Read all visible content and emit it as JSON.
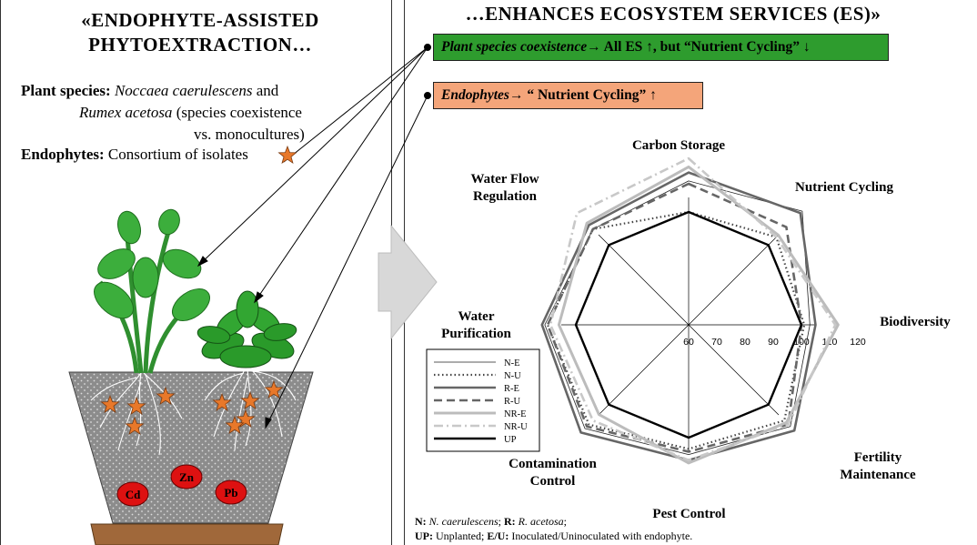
{
  "left": {
    "title_line1": "«ENDOPHYTE-ASSISTED",
    "title_line2": "PHYTOEXTRACTION…",
    "plant_label": "Plant species:",
    "plant_name1": "Noccaea caerulescens",
    "plant_and": " and",
    "plant_name2": "Rumex acetosa",
    "plant_note1": " (species coexistence",
    "plant_note2": "vs. monocultures)",
    "endo_label": "Endophytes:",
    "endo_text": " Consortium of isolates",
    "metals": [
      "Cd",
      "Zn",
      "Pb"
    ]
  },
  "right": {
    "title": "…ENHANCES ECOSYSTEM SERVICES  (ES)»",
    "box1_italic": "Plant species coexistence",
    "box1_rest": "→ All ES ↑, but “Nutrient Cycling” ↓",
    "box2_italic": "Endophytes",
    "box2_rest": "→ “ Nutrient Cycling” ↑",
    "footnote_n": "N:",
    "footnote_n_val": "N. caerulescens",
    "footnote_r": "R:",
    "footnote_r_val": "R. acetosa",
    "footnote_up": "UP:",
    "footnote_up_val": " Unplanted; ",
    "footnote_eu": "E/U:",
    "footnote_eu_val": " Inoculated/Uninoculated with endophyte."
  },
  "colors": {
    "green_box": "#2e9c2e",
    "orange_box": "#f4a57a",
    "star": "#e8782a",
    "metal": "#dd1111",
    "leaf": "#3cae3c",
    "pot": "#9a9a9a"
  },
  "chart_data": {
    "type": "radar",
    "axes": [
      "Carbon Storage",
      "Nutrient Cycling",
      "Biodiversity",
      "Fertility Maintenance",
      "Pest Control",
      "Contamination Control",
      "Water Purification",
      "Water Flow Regulation"
    ],
    "axis_label_lines": [
      [
        "Carbon Storage"
      ],
      [
        "Nutrient Cycling"
      ],
      [
        "Biodiversity"
      ],
      [
        "Fertility",
        "Maintenance"
      ],
      [
        "Pest Control"
      ],
      [
        "Contamination",
        "Control"
      ],
      [
        "Water",
        "Purification"
      ],
      [
        "Water Flow",
        "Regulation"
      ]
    ],
    "range": [
      60,
      120
    ],
    "ticks": [
      60,
      70,
      80,
      90,
      100,
      110,
      120
    ],
    "tick_labels": [
      "60",
      "70",
      "80",
      "90",
      "100",
      "110",
      "120"
    ],
    "series": [
      {
        "name": "N-E",
        "style": "thin",
        "values": [
          111,
          117,
          103,
          111,
          106,
          112,
          111,
          108
        ]
      },
      {
        "name": "N-U",
        "style": "dotted",
        "values": [
          100,
          104,
          101,
          108,
          104,
          110,
          110,
          108
        ]
      },
      {
        "name": "R-E",
        "style": "thick-dk",
        "values": [
          114,
          116,
          105,
          113,
          108,
          114,
          112,
          110
        ]
      },
      {
        "name": "R-U",
        "style": "dashed",
        "values": [
          110,
          109,
          100,
          110,
          105,
          111,
          110,
          108
        ]
      },
      {
        "name": "NR-E",
        "style": "light",
        "values": [
          116,
          105,
          113,
          109,
          109,
          105,
          106,
          111
        ]
      },
      {
        "name": "NR-U",
        "style": "dashdot",
        "values": [
          119,
          104,
          112,
          110,
          108,
          108,
          109,
          116
        ]
      },
      {
        "name": "UP",
        "style": "black",
        "values": [
          100,
          100,
          100,
          100,
          100,
          100,
          100,
          100
        ]
      }
    ],
    "legend_position": "bottom-left"
  }
}
